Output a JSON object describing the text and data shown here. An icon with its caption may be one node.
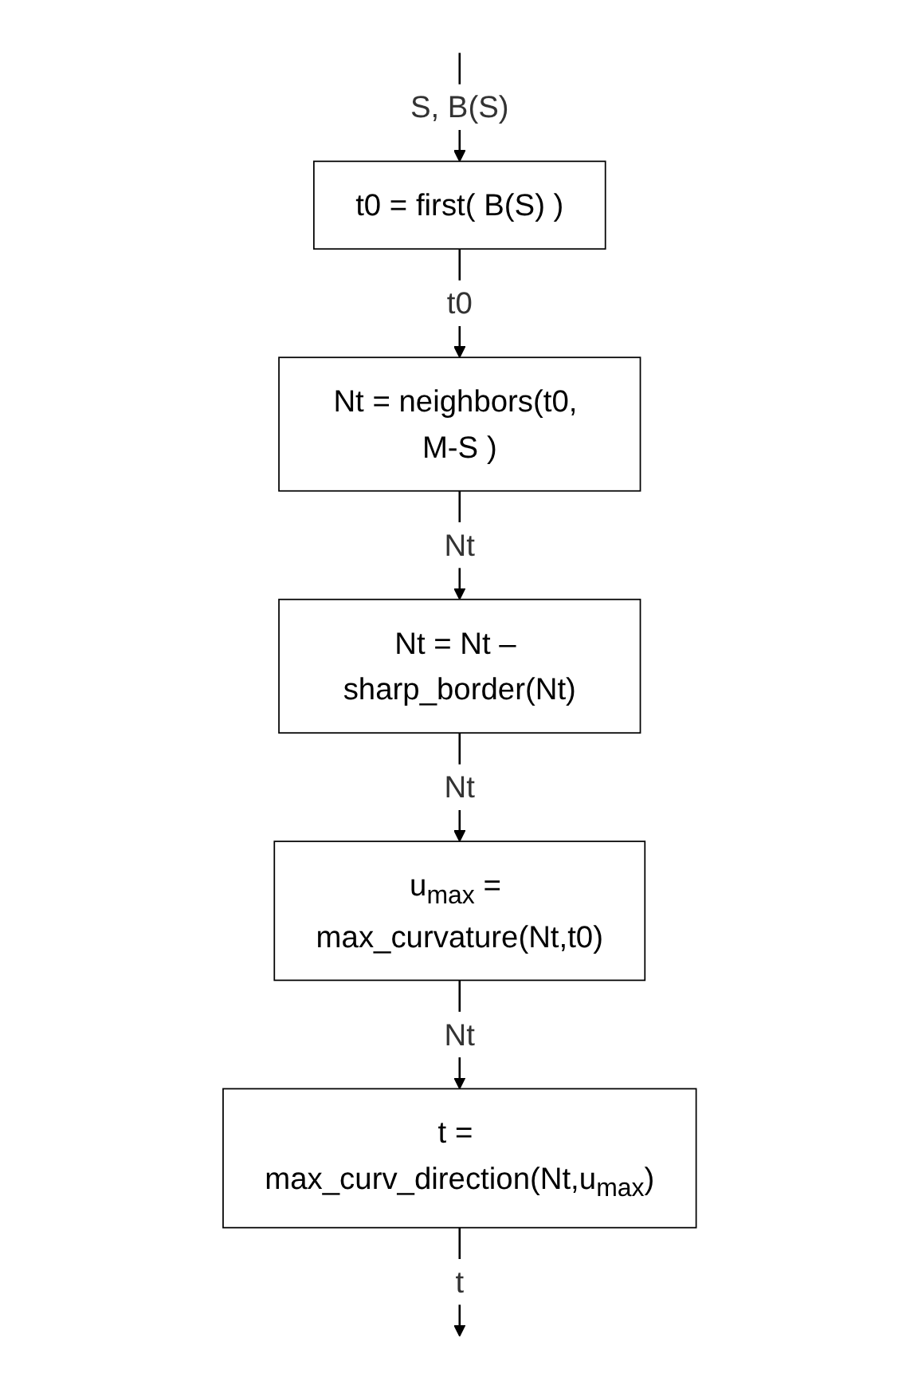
{
  "diagram": {
    "nodes": [
      {
        "text": [
          "t0 = first( B(S)  )"
        ]
      },
      {
        "text": [
          "Nt = neighbors(t0, M-S )"
        ]
      },
      {
        "text": [
          "Nt = Nt – sharp_border(Nt)"
        ]
      },
      {
        "text": [
          "u$_{max}$ = max_curvature(Nt,t0)"
        ]
      },
      {
        "text": [
          "t = max_curv_direction(Nt,u$_{max}$)"
        ]
      }
    ],
    "edges": [
      {
        "from": null,
        "to": 0,
        "arrow": "to",
        "label": "S, B(S)"
      },
      {
        "from": 0,
        "to": 1,
        "arrow": "to",
        "label": "t0"
      },
      {
        "from": 1,
        "to": 2,
        "arrow": "to",
        "label": "Nt"
      },
      {
        "from": 2,
        "to": 3,
        "arrow": "to",
        "label": "Nt"
      },
      {
        "from": 3,
        "to": 4,
        "arrow": "to",
        "label": "Nt"
      },
      {
        "from": 4,
        "to": null,
        "arrow": "to",
        "label": "t"
      }
    ]
  }
}
